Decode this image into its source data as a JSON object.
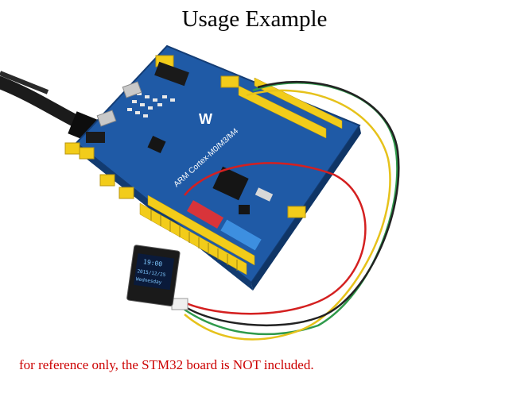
{
  "title": "Usage Example",
  "footnote": "for reference only, the STM32 board is NOT included.",
  "board": {
    "silkscreen": "ARM Cortex-M0/M3/M4",
    "brand_mark": "W",
    "color": "#1f5aa6"
  },
  "oled": {
    "line1": "19:00",
    "line2": "2015/12/25",
    "line3": "Wednesday"
  },
  "colors": {
    "footnote": "#cc0000",
    "header_yellow": "#f2cc1a",
    "wire_red": "#d42020",
    "wire_green": "#2f9a4b",
    "wire_yellow": "#e6c21b",
    "wire_black": "#222222"
  }
}
